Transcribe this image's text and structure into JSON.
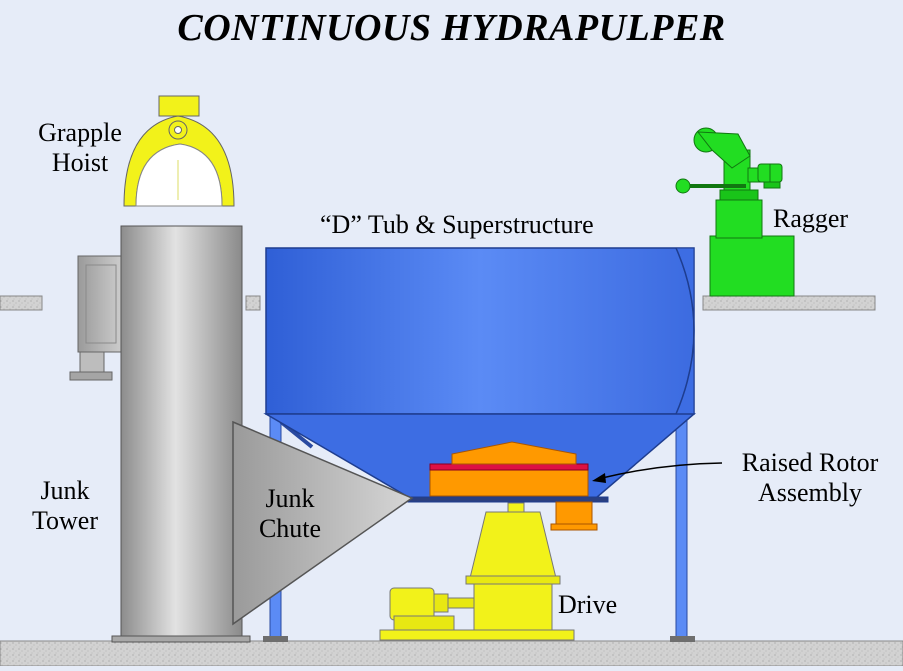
{
  "title": "CONTINUOUS HYDRAPULPER",
  "labels": {
    "grapple_hoist": [
      "Grapple",
      "Hoist"
    ],
    "d_tub": "“D” Tub & Superstructure",
    "ragger": "Ragger",
    "junk_tower": [
      "Junk",
      "Tower"
    ],
    "junk_chute": [
      "Junk",
      "Chute"
    ],
    "raised_rotor": [
      "Raised Rotor",
      "Assembly"
    ],
    "drive": "Drive"
  },
  "colors": {
    "background": "#e6ecf8",
    "tub_blue": "#4d7ef0",
    "tower_gray": "#b8b8b8",
    "ragger_green": "#22dd22",
    "drive_yellow": "#f2f21a",
    "rotor_orange": "#ff9900",
    "rotor_red": "#dd1144",
    "floor_gray": "#cfcfcf"
  }
}
